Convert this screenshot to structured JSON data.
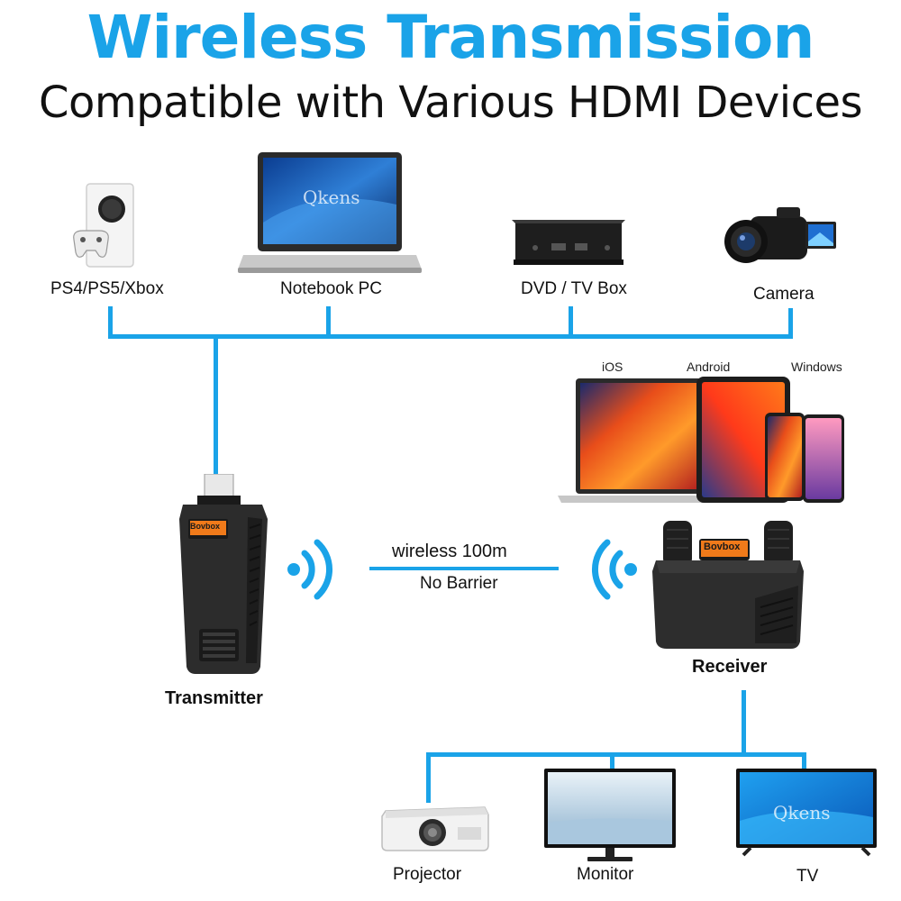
{
  "header": {
    "title": "Wireless Transmission",
    "subtitle": "Compatible with Various HDMI Devices"
  },
  "sources": {
    "console": "PS4/PS5/Xbox",
    "notebook": "Notebook PC",
    "tvbox": "DVD / TV Box",
    "camera": "Camera"
  },
  "os": {
    "ios": "iOS",
    "android": "Android",
    "windows": "Windows"
  },
  "link": {
    "range": "wireless 100m",
    "condition": "No Barrier"
  },
  "devices": {
    "transmitter": "Transmitter",
    "receiver": "Receiver",
    "brand": "Bovbox"
  },
  "outputs": {
    "projector": "Projector",
    "monitor": "Monitor",
    "tv": "TV"
  },
  "watermark": "Qkens",
  "colors": {
    "accent": "#1aa3e8",
    "text": "#111111",
    "device_body": "#2a2a2a",
    "brand_orange": "#f07a1a"
  }
}
